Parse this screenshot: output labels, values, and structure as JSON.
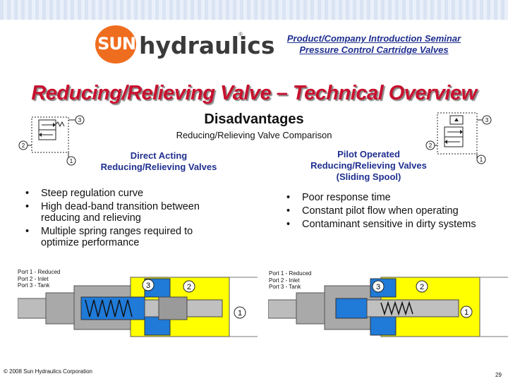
{
  "logo": {
    "sun": "SUN",
    "hydraulics": "hydraulics",
    "reg": "®"
  },
  "header": {
    "line1": "Product/Company Introduction Seminar",
    "line2": "Pressure Control Cartridge Valves"
  },
  "title": "Reducing/Relieving Valve – Technical Overview",
  "subtitle": "Disadvantages",
  "subsubtitle": "Reducing/Relieving Valve Comparison",
  "left": {
    "heading_line1": "Direct Acting",
    "heading_line2": "Reducing/Relieving Valves",
    "bullets": [
      "Steep regulation curve",
      "High dead-band transition between reducing and relieving",
      "Multiple spring ranges required to optimize performance"
    ],
    "legend": [
      "Port 1 - Reduced",
      "Port 2 - Inlet",
      "Port 3 - Tank"
    ],
    "symbol_ports": [
      "3",
      "2",
      "1"
    ],
    "cut_ports": [
      "3",
      "2",
      "1"
    ]
  },
  "right": {
    "heading_line1": "Pilot Operated",
    "heading_line2": "Reducing/Relieving Valves",
    "heading_line3": "(Sliding Spool)",
    "bullets": [
      "Poor response time",
      "Constant pilot flow when operating",
      "Contaminant sensitive in dirty systems"
    ],
    "legend": [
      "Port 1 - Reduced",
      "Port 2 - Inlet",
      "Port 3 - Tank"
    ],
    "symbol_ports": [
      "3",
      "2",
      "1"
    ],
    "cut_ports": [
      "3",
      "2",
      "1"
    ]
  },
  "footer": "© 2008 Sun Hydraulics Corporation",
  "page_number": "29",
  "colors": {
    "title": "#c8102e",
    "heading": "#1f2f8f",
    "logo_orange": "#ef6d1f",
    "port_blue": "#1f7ad8",
    "port_yellow": "#ffff00",
    "body_gray": "#a9a9a9"
  }
}
